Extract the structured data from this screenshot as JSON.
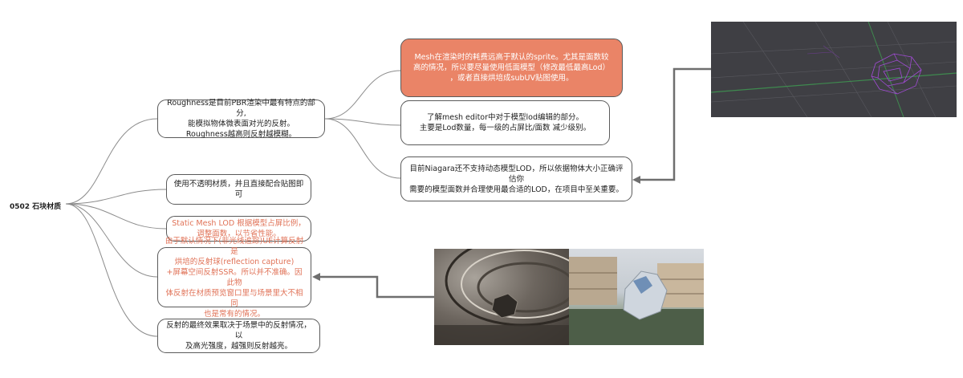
{
  "root": {
    "label": "0502 石块材质"
  },
  "branches": [
    {
      "id": "roughness",
      "text": "Roughness是目前PBR渲染中最有特点的部分,\n能模拟物体微表面对光的反射。\nRoughness越高则反射越模糊。",
      "style": "plain"
    },
    {
      "id": "opaque",
      "text": "使用不透明材质，并且直接配合贴图即可",
      "style": "plain"
    },
    {
      "id": "static-mesh-lod",
      "text": "Static Mesh LOD 根据模型占屏比例，\n调整面数，以节省性能。",
      "style": "orange-text"
    },
    {
      "id": "reflection",
      "text": "由于默认情况下(非光线追踪)UE计算反射是\n烘培的反射球(reflection capture)\n+屏幕空间反射SSR。所以并不准确。因此物\n体反射在材质预览窗口里与场景里大不相同\n也是常有的情况。",
      "style": "orange-text"
    },
    {
      "id": "final-effect",
      "text": "反射的最终效果取决于场景中的反射情况，以\n及高光强度，越强则反射越亮。",
      "style": "plain"
    }
  ],
  "sub_branches": [
    {
      "id": "mesh-cost",
      "text": "Mesh在渲染时的耗费远高于默认的sprite。尤其是面数较\n高的情况，所以要尽量使用低面模型（修改最低最高Lod）\n，或者直接烘培成subUV贴图使用。",
      "style": "orange-fill"
    },
    {
      "id": "mesh-editor",
      "text": "了解mesh editor中对于模型lod编辑的部分。\n主要是Lod数量，每一级的占屏比/面数 减少级别。",
      "style": "plain"
    },
    {
      "id": "niagara-lod",
      "text": "目前Niagara还不支持动态模型LOD，所以依据物体大小正确评估你\n需要的模型面数并合理使用最合适的LOD，在项目中至关重要。",
      "style": "plain"
    }
  ],
  "colors": {
    "connector": "#8c8c8c",
    "arrow": "#6e6e6e",
    "orange_fill": "#ea8467",
    "orange_text": "#e07257",
    "viewport_bg": "#3f3f44",
    "mesh_purple": "#a24bd6",
    "grid_green": "#3f8a4f"
  }
}
